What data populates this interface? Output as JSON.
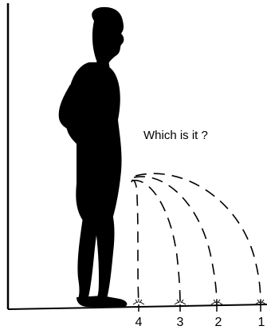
{
  "caption": "Which is it ?",
  "landing_labels": [
    "4",
    "3",
    "2",
    "1"
  ],
  "colors": {
    "ink": "#000000",
    "background": "#ffffff"
  }
}
